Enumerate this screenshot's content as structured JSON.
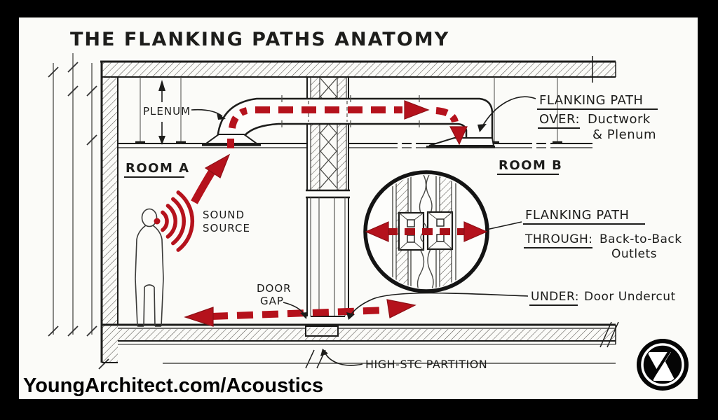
{
  "page": {
    "title_text": "THE FLANKING PATHS ANATOMY"
  },
  "rooms": {
    "a": "ROOM A",
    "b": "ROOM B"
  },
  "labels": {
    "plenum": "PLENUM",
    "sound_line1": "SOUND",
    "sound_line2": "SOURCE",
    "door_gap_line1": "DOOR",
    "door_gap_line2": "GAP",
    "high_stc": "HIGH-STC PARTITION"
  },
  "callouts": {
    "over": {
      "heading": "FLANKING PATH",
      "keyword": "OVER:",
      "line1": "Ductwork",
      "line2": "& Plenum"
    },
    "through": {
      "heading": "FLANKING PATH",
      "keyword": "THROUGH:",
      "line1": "Back-to-Back",
      "line2": "Outlets"
    },
    "under": {
      "keyword": "UNDER:",
      "text": "Door Undercut"
    }
  },
  "footer": {
    "watermark": "YoungArchitect.com/Acoustics"
  },
  "colors": {
    "ink": "#1d1d1b",
    "accent_red": "#b5121c",
    "paper": "#fbfbf8",
    "frame": "#000000"
  }
}
